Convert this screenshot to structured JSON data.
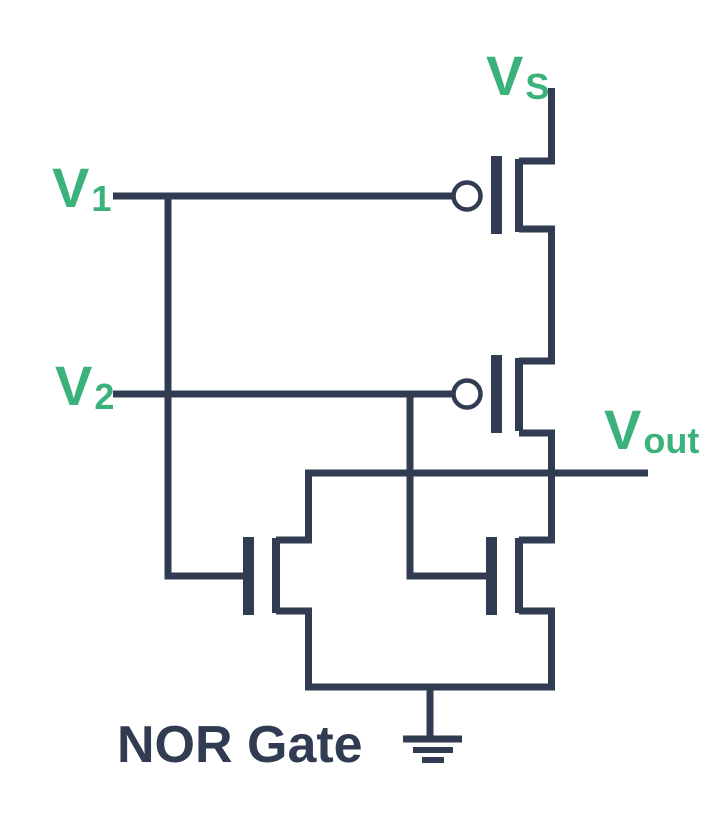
{
  "title": "NOR Gate circuit diagram",
  "colors": {
    "line": "#313C52",
    "label": "#3BB17B",
    "background": "#FFFFFF"
  },
  "labels": {
    "vs": {
      "main": "V",
      "sub": "S"
    },
    "v1": {
      "main": "V",
      "sub": "1"
    },
    "v2": {
      "main": "V",
      "sub": "2"
    },
    "vout": {
      "main": "V",
      "sub": "out"
    },
    "caption": "NOR Gate"
  },
  "components": [
    {
      "name": "pmos-transistor-top",
      "type": "PMOS",
      "gate_input": "V1"
    },
    {
      "name": "pmos-transistor-middle",
      "type": "PMOS",
      "gate_input": "V2"
    },
    {
      "name": "nmos-transistor-left",
      "type": "NMOS",
      "gate_input": "V1"
    },
    {
      "name": "nmos-transistor-right",
      "type": "NMOS",
      "gate_input": "V2"
    },
    {
      "name": "ground-symbol",
      "type": "ground"
    }
  ]
}
